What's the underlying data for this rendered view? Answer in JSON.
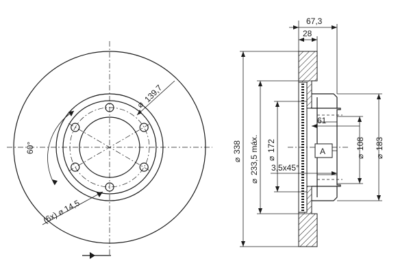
{
  "front_view": {
    "pcd_label": "139,7",
    "angle_label": "60°",
    "bolt_hole_label": "(6x) ⌀ 14,5",
    "bolt_hole_count": 6
  },
  "side_view": {
    "width_total": "67,3",
    "width_disc": "28",
    "dia_338": "338",
    "dia_233": "233,5 máx.",
    "dia_172": "172",
    "dim_61": "61",
    "chamfer": "3,5x45°",
    "datum": "A",
    "dia_108": "108",
    "dia_183": "183"
  }
}
